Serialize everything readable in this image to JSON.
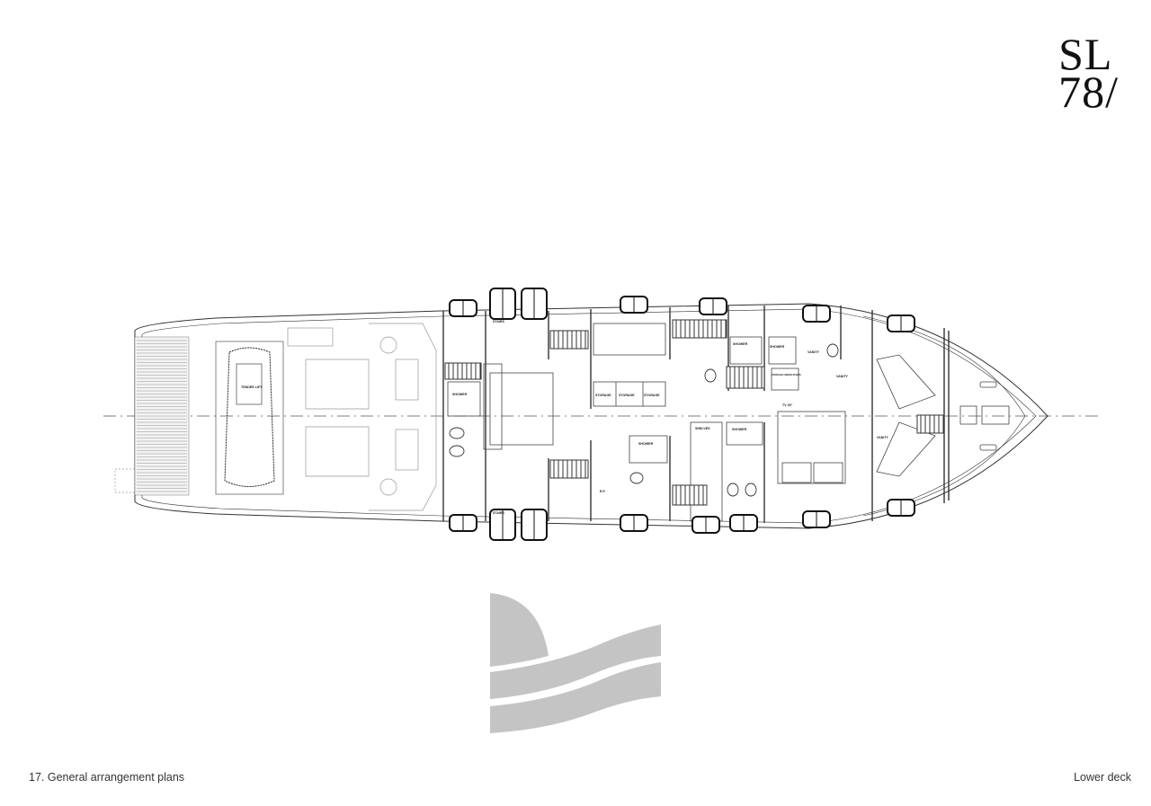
{
  "logo": {
    "line1": "SL",
    "line2": "78/"
  },
  "footer": {
    "section": "17.  General arrangement plans",
    "deck": "Lower deck"
  },
  "plan_labels": {
    "tender_lift": "TENDER LIFT",
    "shower_1": "SHOWER",
    "shower_2": "SHOWER",
    "shower_3": "SHOWER",
    "shower_4": "SHOWER",
    "shower_5": "SHOWER",
    "storage_1": "STORAGE",
    "storage_2": "STORAGE",
    "storage_3": "STORAGE",
    "storage_under_stairs": "STORAGE UNDER STAIRS",
    "shelves": "SHELVES",
    "stairs_top": "STAIRS",
    "stairs_bottom": "STAIRS",
    "ep": "E.P.",
    "tv": "TV 40\"",
    "vanity_1": "VANITY",
    "vanity_2": "VANITY",
    "vanity_3": "VANITY"
  },
  "colors": {
    "line": "#333333",
    "watermark": "#c4c4c4"
  }
}
